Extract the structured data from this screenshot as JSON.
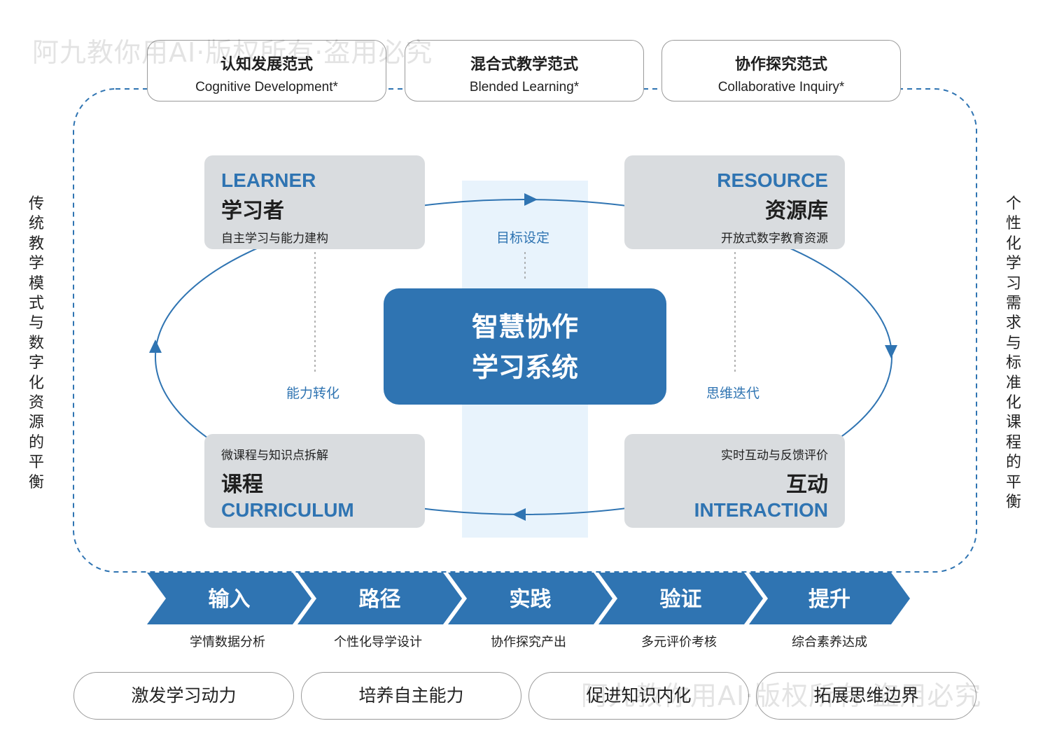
{
  "watermarks": [
    "阿九教你用AI·版权所有·盗用必究",
    "阿九教你用AI·版权所有·盗用必究"
  ],
  "paradigms": [
    {
      "zh": "认知发展范式",
      "en": "Cognitive Development*"
    },
    {
      "zh": "混合式教学范式",
      "en": "Blended Learning*"
    },
    {
      "zh": "协作探究范式",
      "en": "Collaborative Inquiry*"
    }
  ],
  "side": {
    "left": "传统教学模式与数字化资源的平衡",
    "right": "个性化学习需求与标准化课程的平衡"
  },
  "nodes": {
    "learner": {
      "en": "LEARNER",
      "zh": "学习者",
      "desc": "自主学习与能力建构"
    },
    "resource": {
      "en": "RESOURCE",
      "zh": "资源库",
      "desc": "开放式数字教育资源"
    },
    "curriculum": {
      "en": "CURRICULUM",
      "zh": "课程",
      "desc": "微课程与知识点拆解"
    },
    "interaction": {
      "en": "INTERACTION",
      "zh": "互动",
      "desc": "实时互动与反馈评价"
    }
  },
  "center": {
    "line1": "智慧协作",
    "line2": "学习系统"
  },
  "flow_labels": {
    "goal": "目标设定",
    "ability": "能力转化",
    "thinking": "思维迭代"
  },
  "steps": [
    {
      "label": "输入",
      "sub": "学情数据分析"
    },
    {
      "label": "路径",
      "sub": "个性化导学设计"
    },
    {
      "label": "实践",
      "sub": "协作探究产出"
    },
    {
      "label": "验证",
      "sub": "多元评价考核"
    },
    {
      "label": "提升",
      "sub": "综合素养达成"
    }
  ],
  "goals": [
    "激发学习动力",
    "培养自主能力",
    "促进知识内化",
    "拓展思维边界"
  ],
  "colors": {
    "primary": "#2f74b2",
    "node_bg": "#d9dcdf",
    "band_bg": "#e8f3fc",
    "border": "#9a9a9a"
  }
}
